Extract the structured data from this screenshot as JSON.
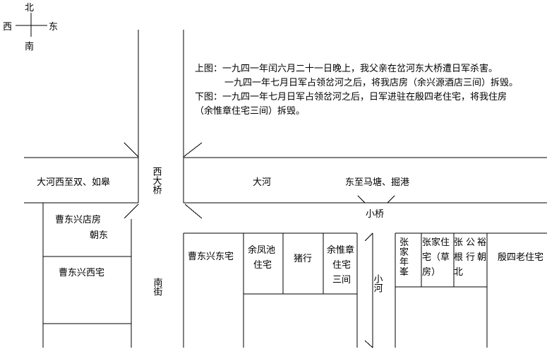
{
  "compass": {
    "north": "北",
    "south": "南",
    "west": "西",
    "east": "东"
  },
  "notes": [
    "上图：一九四一年闰六月二十一日晚上，我父亲在岔河东大桥遭日军杀害。",
    "一九四一年七月日军占领岔河之后，将我店房（余兴源酒店三间）拆毁。",
    "下图：一九四一年七月日军占领岔河之后，日军进驻在殷四老住宅，将我住房",
    "（余惟章住宅三间）拆毁。"
  ],
  "labels": {
    "river_west": "大河西至双、如皋",
    "river": "大河",
    "river_east": "东至马塘、掘港",
    "west_bridge": "西大桥",
    "small_bridge": "小桥",
    "south_street": "南街",
    "small_river": "小河"
  },
  "buildings": {
    "cao_shop": [
      "曹东兴店房",
      "朝东"
    ],
    "cao_west": "曹东兴西宅",
    "cao_east": "曹东兴东宅",
    "yu_fengchi": [
      "余凤池",
      "住宅"
    ],
    "pig_market": "猪行",
    "yu_weizhang": [
      "余惟章",
      "住宅",
      "三间"
    ],
    "zhang_jiafeng": [
      "张",
      "家",
      "年",
      "峯"
    ],
    "zhang_jiazhu": [
      "张家住",
      "宅（草",
      "房）"
    ],
    "zhang_yu": [
      "张",
      "根",
      "北"
    ],
    "gong_xing": [
      "公",
      "行"
    ],
    "yu_chao": [
      "裕",
      "朝"
    ],
    "yin_si": "殷四老住宅"
  }
}
